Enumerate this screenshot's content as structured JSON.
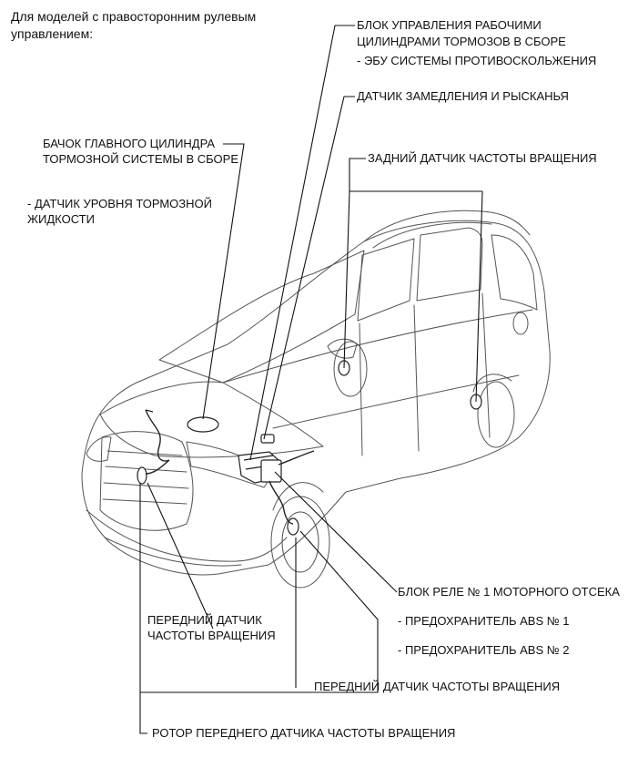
{
  "heading": {
    "line1": "Для моделей с правосторонним рулевым",
    "line2": "управлением:"
  },
  "labels": {
    "brake_actuator": {
      "line1": "БЛОК УПРАВЛЕНИЯ РАБОЧИМИ",
      "line2": "ЦИЛИНДРАМИ ТОРМОЗОВ В СБОРЕ",
      "sub": "- ЭБУ СИСТЕМЫ ПРОТИВОСКОЛЬЖЕНИЯ"
    },
    "yaw_rate_sensor": "ДАТЧИК ЗАМЕДЛЕНИЯ И РЫСКАНЬЯ",
    "master_cylinder_reservoir": {
      "line1": "БАЧОК ГЛАВНОГО ЦИЛИНДРА",
      "line2": "ТОРМОЗНОЙ СИСТЕМЫ В СБОРЕ",
      "sub1": "- ДАТЧИК УРОВНЯ ТОРМОЗНОЙ",
      "sub2": "ЖИДКОСТИ"
    },
    "rear_speed_sensor": "ЗАДНИЙ ДАТЧИК ЧАСТОТЫ ВРАЩЕНИЯ",
    "relay_block": {
      "line1": "БЛОК РЕЛЕ № 1 МОТОРНОГО ОТСЕКА",
      "sub1": "- ПРЕДОХРАНИТЕЛЬ ABS № 1",
      "sub2": "- ПРЕДОХРАНИТЕЛЬ ABS № 2"
    },
    "front_speed_sensor_left": {
      "line1": "ПЕРЕДНИЙ ДАТЧИК",
      "line2": "ЧАСТОТЫ ВРАЩЕНИЯ"
    },
    "front_speed_sensor_right": "ПЕРЕДНИЙ ДАТЧИК ЧАСТОТЫ ВРАЩЕНИЯ",
    "front_sensor_rotor": "РОТОР ПЕРЕДНЕГО ДАТЧИКА ЧАСТОТЫ ВРАЩЕНИЯ"
  },
  "colors": {
    "line": "#222222",
    "background": "#ffffff"
  }
}
